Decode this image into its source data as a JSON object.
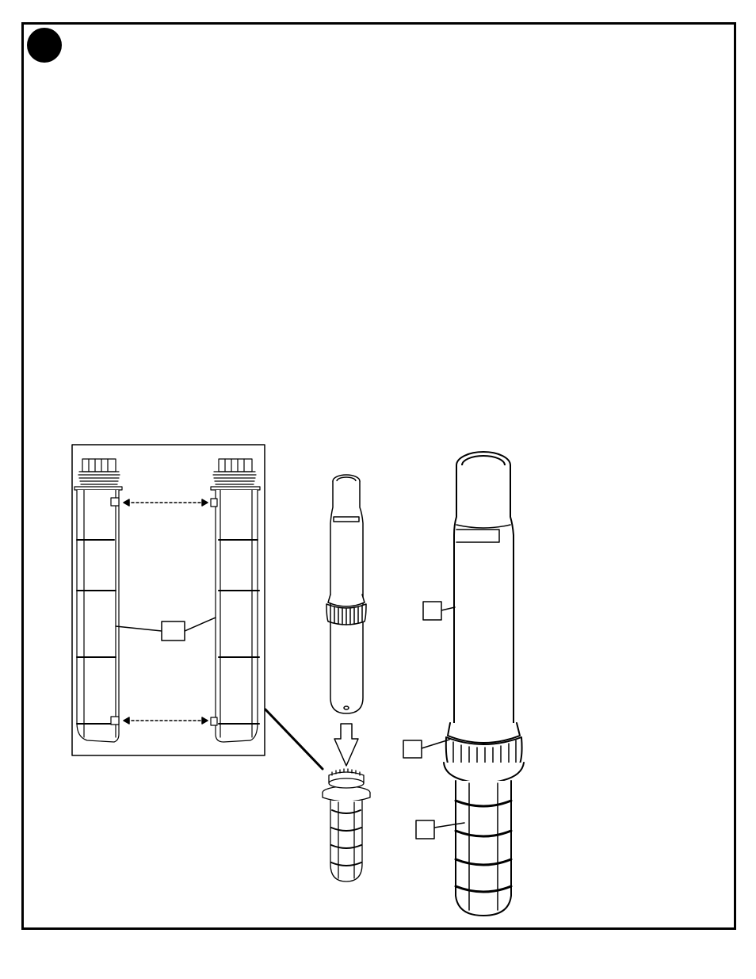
{
  "page": {
    "step_number": "",
    "instructions": ""
  },
  "figure": {
    "stroke_color": "#000000",
    "fill_color": "#ffffff",
    "inset_panel": {
      "part_label": ""
    },
    "callouts": [
      {
        "id": "upper-pole",
        "label": ""
      },
      {
        "id": "collar",
        "label": ""
      },
      {
        "id": "anchor",
        "label": ""
      }
    ],
    "insert_arrow_icon": "arrow-down-outline-icon"
  }
}
